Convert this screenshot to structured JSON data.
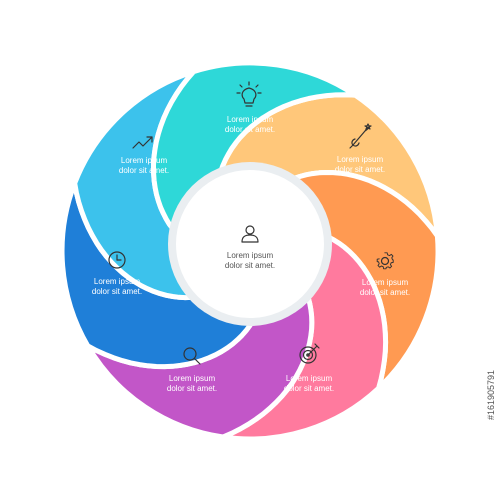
{
  "segments": [
    {
      "id": "lightbulb",
      "line1": "Lorem ipsum",
      "line2": "dolor sit amet.",
      "color": "#FFC77A",
      "icon": "lightbulb-icon"
    },
    {
      "id": "rocket",
      "line1": "Lorem ipsum",
      "line2": "dolor sit amet.",
      "color": "#FF9A52",
      "icon": "rocket-icon"
    },
    {
      "id": "gear",
      "line1": "Lorem ipsum",
      "line2": "dolor sit amet.",
      "color": "#FF7A9E",
      "icon": "gear-icon"
    },
    {
      "id": "target",
      "line1": "Lorem ipsum",
      "line2": "dolor sit amet.",
      "color": "#C256C8",
      "icon": "target-icon"
    },
    {
      "id": "search",
      "line1": "Lorem ipsum",
      "line2": "dolor sit amet.",
      "color": "#1F7FD8",
      "icon": "search-icon"
    },
    {
      "id": "clock",
      "line1": "Lorem ipsum",
      "line2": "dolor sit amet.",
      "color": "#3CC2EC",
      "icon": "clock-icon"
    },
    {
      "id": "trend",
      "line1": "Lorem ipsum",
      "line2": "dolor sit amet.",
      "color": "#2ED8D8",
      "icon": "trend-up-icon"
    }
  ],
  "center": {
    "line1": "Lorem ipsum",
    "line2": "dolor sit amet.",
    "icon": "user-icon"
  },
  "watermark": "#161905791"
}
